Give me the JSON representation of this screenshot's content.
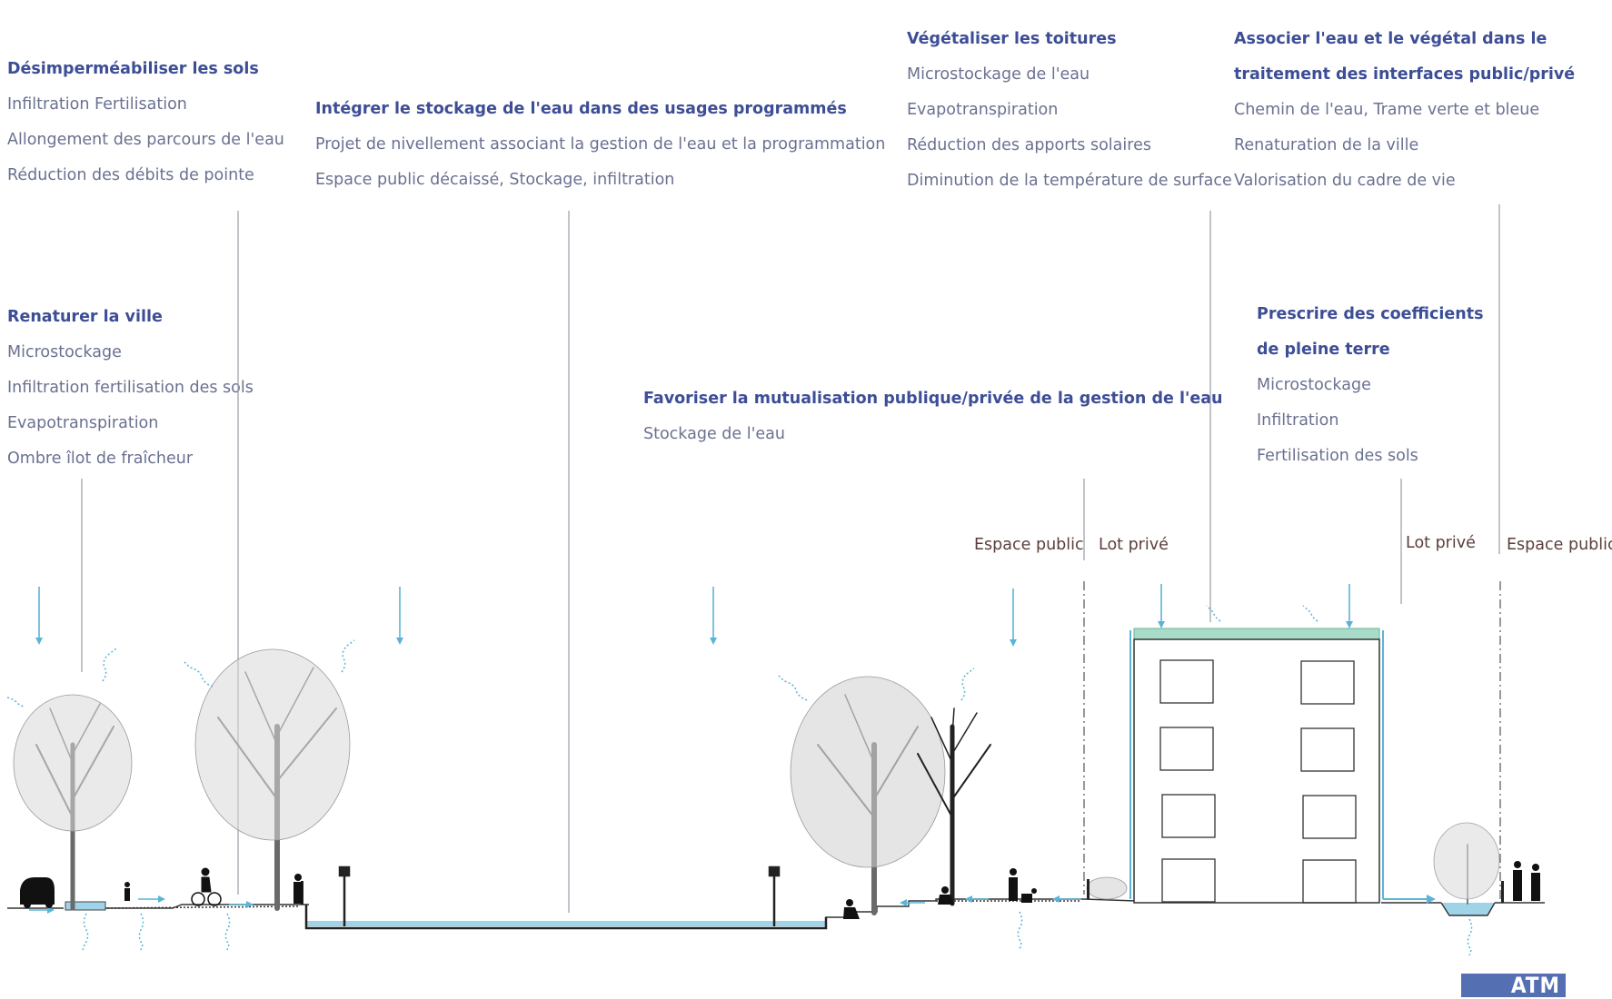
{
  "blocks": [
    {
      "title": "Désimperméabiliser les sols",
      "items": [
        "Infiltration Fertilisation",
        "Allongement des parcours de l'eau",
        "Réduction des débits de pointe"
      ]
    },
    {
      "title": "Intégrer le stockage de l'eau dans des usages programmés",
      "items": [
        "Projet de nivellement associant la gestion de l'eau et la programmation",
        "Espace public décaissé, Stockage, infiltration"
      ]
    },
    {
      "title": "Végétaliser les toitures",
      "items": [
        "Microstockage de l'eau",
        "Evapotranspiration",
        "Réduction des apports solaires",
        "Diminution de la température de surface"
      ]
    },
    {
      "title_lines": [
        "Associer l'eau et le végétal dans le",
        "traitement des interfaces public/privé"
      ],
      "items": [
        "Chemin de l'eau, Trame verte et bleue",
        "Renaturation de la ville",
        "Valorisation du cadre de vie"
      ]
    },
    {
      "title": "Renaturer la ville",
      "items": [
        "Microstockage",
        "Infiltration fertilisation des sols",
        "Evapotranspiration",
        "Ombre îlot de fraîcheur"
      ]
    },
    {
      "title": "Favoriser la mutualisation publique/privée de la gestion de l'eau",
      "items": [
        "Stockage de l'eau"
      ]
    },
    {
      "title_lines": [
        "Prescrire des coefficients",
        "de pleine terre"
      ],
      "items": [
        "Microstockage",
        "Infiltration",
        "Fertilisation des sols"
      ]
    }
  ],
  "zones": {
    "espace_public_1": "Espace public",
    "lot_prive_1": "Lot privé",
    "lot_prive_2": "Lot privé",
    "espace_public_2": "Espace public"
  },
  "logo": {
    "text": "ATM"
  },
  "colors": {
    "title": "#3d4e96",
    "text": "#6a7190",
    "water": "#5bb4d6",
    "roof": "#a9dcc8",
    "zone_label": "#5a3f3a"
  }
}
